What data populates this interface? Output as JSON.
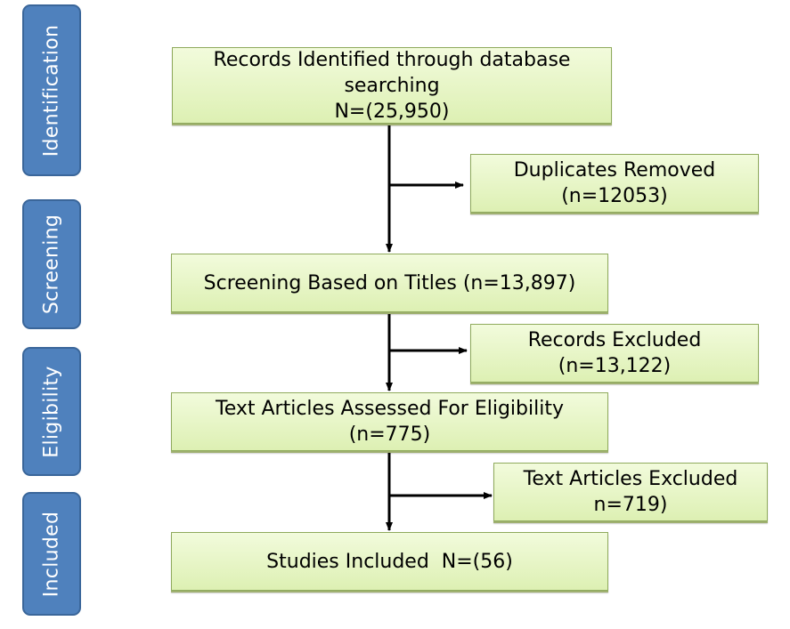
{
  "stages": {
    "identification": "Identification",
    "screening": "Screening",
    "eligibility": "Eligibility",
    "included": "Included"
  },
  "boxes": {
    "identified": {
      "line1": "Records Identified through database",
      "line2": "searching",
      "line3": "N=(25,950)"
    },
    "duplicates": {
      "line1": "Duplicates Removed",
      "line2": "(n=12053)"
    },
    "screening": {
      "line1": "Screening Based on Titles (n=13,897)"
    },
    "records_excluded": {
      "line1": "Records Excluded",
      "line2": "(n=13,122)"
    },
    "assessed": {
      "line1": "Text Articles Assessed For Eligibility",
      "line2": "(n=775)"
    },
    "articles_excluded": {
      "line1": "Text Articles Excluded",
      "line2": "n=719)"
    },
    "included": {
      "line1": "Studies Included  N=(56)"
    }
  },
  "colors": {
    "stage_fill": "#4f81bd",
    "box_fill": "#ebf7cc",
    "box_border": "#8faa5c",
    "arrow": "#000000"
  }
}
